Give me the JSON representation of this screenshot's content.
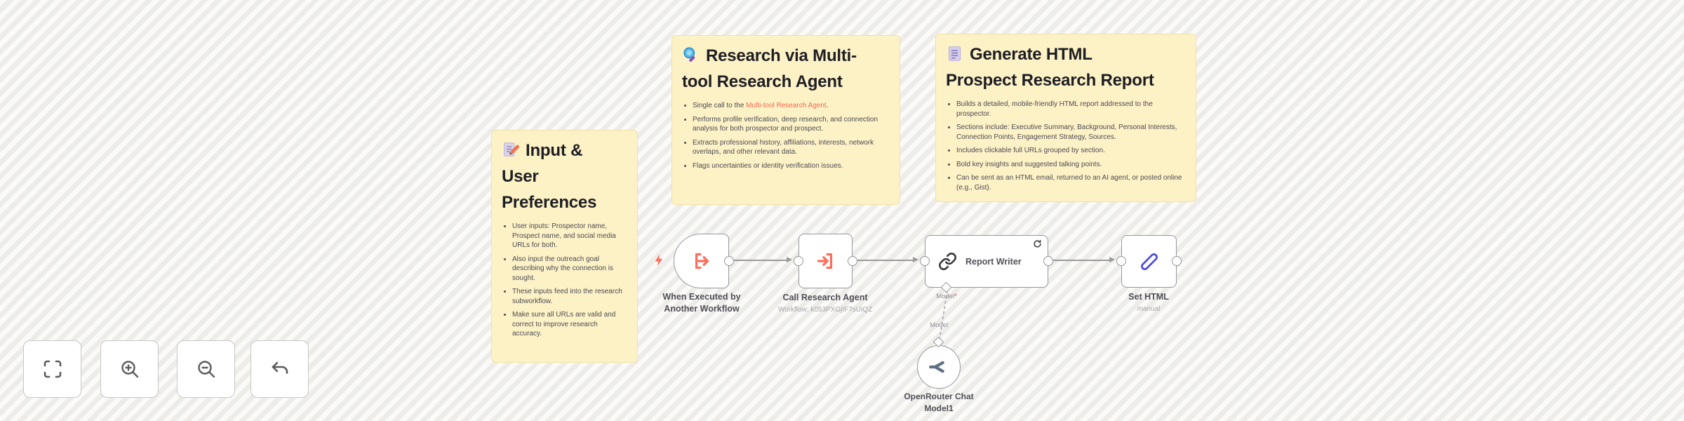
{
  "sticky_notes": [
    {
      "id": "input-preferences",
      "icon": "memo-pencil-icon",
      "title": "Input & User Preferences",
      "title_lines": [
        "Input &",
        "User",
        "Preferences"
      ],
      "bullets": [
        "User inputs: Prospector name, Prospect name, and social media URLs for both.",
        "Also input the outreach goal describing why the connection is sought.",
        "These inputs feed into the research subworkflow.",
        "Make sure all URLs are valid and correct to improve research accuracy."
      ]
    },
    {
      "id": "research-agent",
      "icon": "magnifier-icon",
      "title": "Research via Multi-tool Research Agent",
      "title_lines": [
        "Research via Multi-",
        "tool Research Agent"
      ],
      "bullets": [
        {
          "prefix": "Single call to the ",
          "link": "Multi-tool Research Agent",
          "suffix": "."
        },
        "Performs profile verification, deep research, and connection analysis for both prospector and prospect.",
        "Extracts professional history, affiliations, interests, network overlaps, and other relevant data.",
        "Flags uncertainties or identity verification issues."
      ]
    },
    {
      "id": "generate-report",
      "icon": "document-icon",
      "title": "Generate HTML Prospect Research Report",
      "title_lines": [
        "Generate HTML",
        "Prospect Research Report"
      ],
      "bullets": [
        "Builds a detailed, mobile-friendly HTML report addressed to the prospector.",
        "Sections include: Executive Summary, Background, Personal Interests, Connection Points, Engagement Strategy, Sources.",
        "Includes clickable full URLs grouped by section.",
        "Bold key insights and suggested talking points.",
        "Can be sent as an HTML email, returned to an AI agent, or posted online (e.g., Gist)."
      ]
    }
  ],
  "nodes": {
    "trigger": {
      "icon": "workflow-input-icon",
      "label_line1": "When Executed by",
      "label_line2": "Another Workflow"
    },
    "call_agent": {
      "icon": "workflow-call-icon",
      "label": "Call Research Agent",
      "sublabel": "Workflow: k053PXGjIF7sUiQZ"
    },
    "report_writer": {
      "icon": "chain-link-icon",
      "status_icon": "retry-loop-icon",
      "label": "Report Writer",
      "model_output_label": "Model",
      "required_mark": "*",
      "model_input_label": "Model"
    },
    "set_html": {
      "icon": "pen-icon",
      "label": "Set HTML",
      "sublabel": "manual"
    },
    "openrouter_model": {
      "icon": "openrouter-icon",
      "label_line1": "OpenRouter Chat",
      "label_line2": "Model1"
    }
  },
  "controls": {
    "buttons": [
      "fit-view",
      "zoom-in",
      "zoom-out",
      "undo"
    ]
  },
  "colors": {
    "accent_red": "#ff6d5a",
    "link": "#f4684f",
    "pen_blue": "#4f4ee0",
    "sticky_bg": "#fdf1c6",
    "wire_gray": "#9a9a9b"
  }
}
